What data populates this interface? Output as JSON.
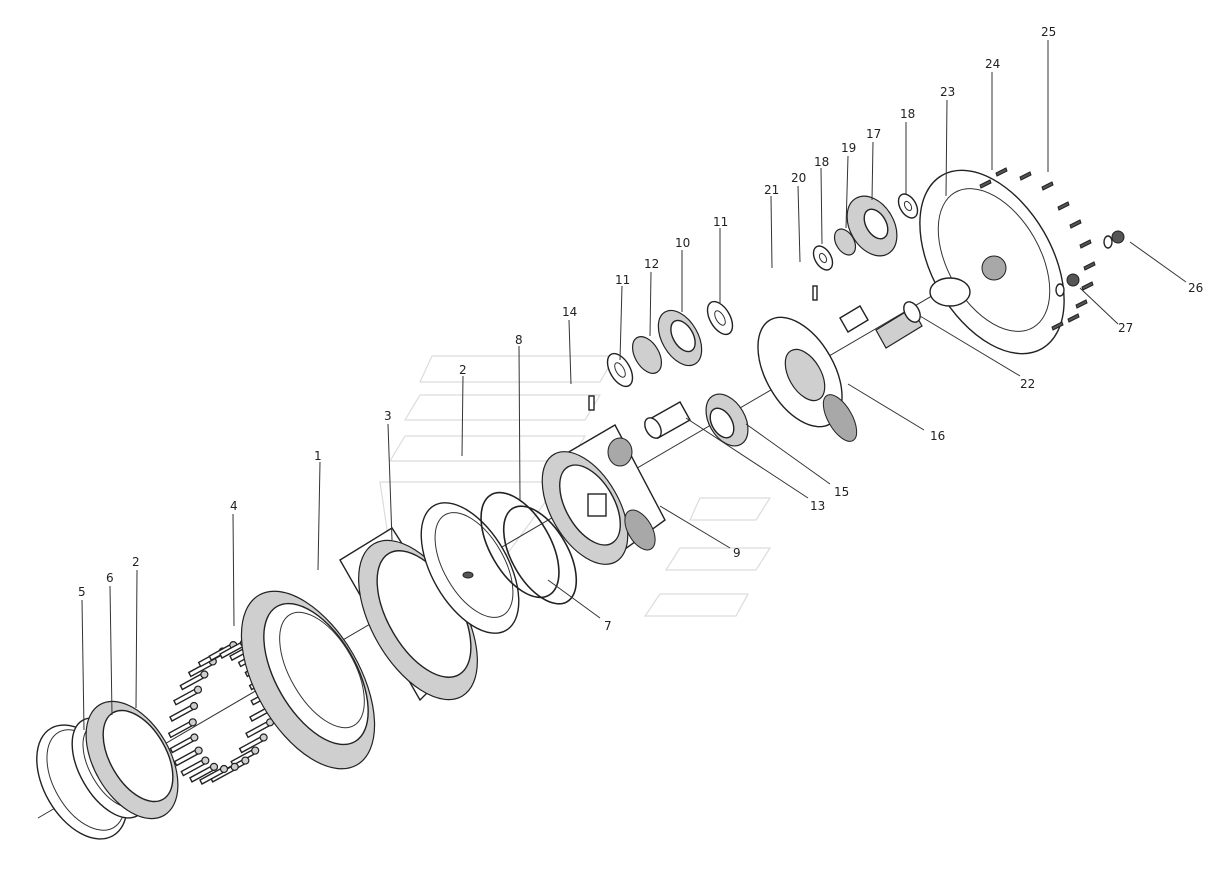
{
  "diagram": {
    "background": "#ffffff",
    "line_color": "#222222",
    "callouts": [
      "1",
      "2",
      "2",
      "3",
      "4",
      "5",
      "6",
      "7",
      "8",
      "9",
      "10",
      "11",
      "11",
      "12",
      "13",
      "14",
      "15",
      "16",
      "17",
      "18",
      "18",
      "19",
      "20",
      "21",
      "22",
      "23",
      "24",
      "25",
      "26",
      "27"
    ]
  }
}
